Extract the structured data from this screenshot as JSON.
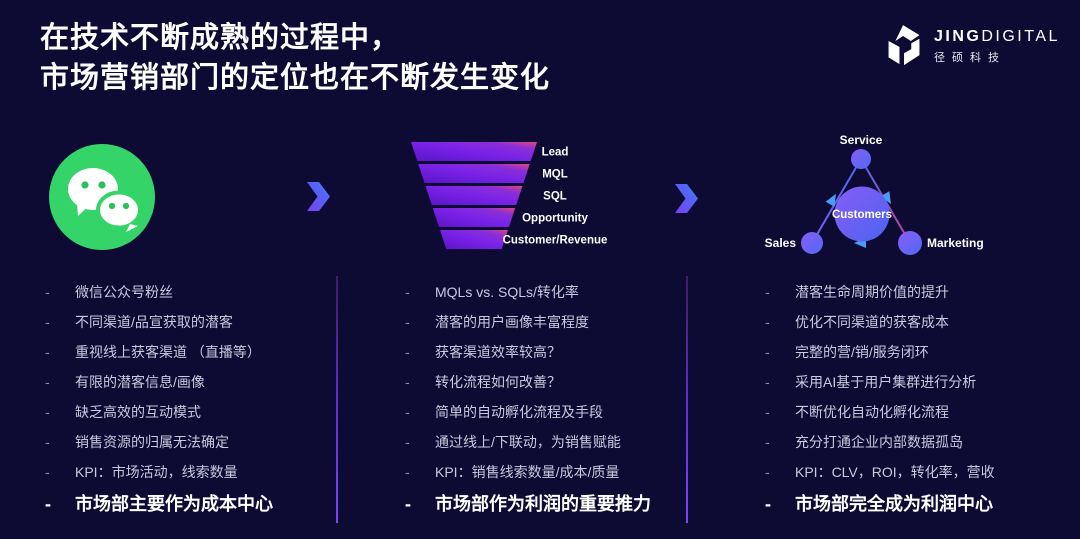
{
  "title": {
    "line1": "在技术不断成熟的过程中，",
    "line2": "市场营销部门的定位也在不断发生变化"
  },
  "logo": {
    "brand_bold": "JING",
    "brand_light": "DIGITAL",
    "subtitle": "径硕科技"
  },
  "funnel": {
    "stages": [
      "Lead",
      "MQL",
      "SQL",
      "Opportunity",
      "Customer/Revenue"
    ]
  },
  "triangle": {
    "top": "Service",
    "left": "Sales",
    "right": "Marketing",
    "center": "Customers"
  },
  "columns": [
    {
      "bullets": [
        "微信公众号粉丝",
        "不同渠道/品宣获取的潜客",
        "重视线上获客渠道 （直播等）",
        "有限的潜客信息/画像",
        "缺乏高效的互动模式",
        "销售资源的归属无法确定",
        "KPI：市场活动，线索数量"
      ],
      "summary": "市场部主要作为成本中心"
    },
    {
      "bullets": [
        "MQLs vs. SQLs/转化率",
        "潜客的用户画像丰富程度",
        "获客渠道效率较高？",
        "转化流程如何改善？",
        "简单的自动孵化流程及手段",
        "通过线上/下联动，为销售赋能",
        "KPI：销售线索数量/成本/质量"
      ],
      "summary": "市场部作为利润的重要推力"
    },
    {
      "bullets": [
        "潜客生命周期价值的提升",
        "优化不同渠道的获客成本",
        "完整的营/销/服务闭环",
        "采用AI基于用户集群进行分析",
        "不断优化自动化孵化流程",
        "充分打通企业内部数据孤岛",
        "KPI：CLV，ROI，转化率，营收"
      ],
      "summary": "市场部完全成为利润中心"
    }
  ],
  "colors": {
    "background": "#0d0a33",
    "wechat_green": "#35d468",
    "funnel_purple": "#7a22e8",
    "funnel_pink": "#e0447e",
    "divider_purple": "#7b46f7",
    "chevron_blue": "#3f7bf7",
    "text_muted": "#c9cadd"
  }
}
